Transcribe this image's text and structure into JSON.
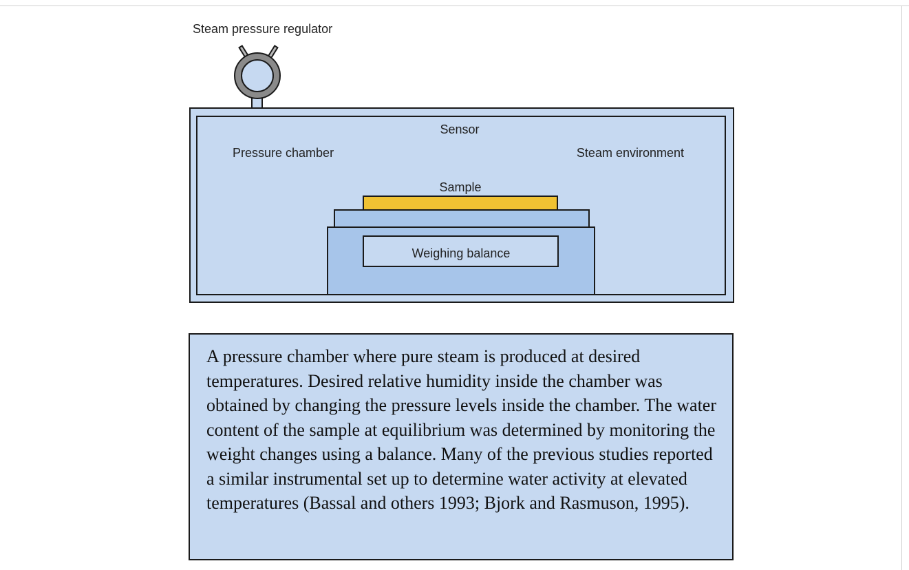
{
  "diagram": {
    "labels": {
      "regulator": "Steam pressure regulator",
      "sensor": "Sensor",
      "chamber": "Pressure chamber",
      "environment": "Steam environment",
      "sample": "Sample",
      "balance": "Weighing balance"
    },
    "colors": {
      "chamber_fill": "#c6d9f1",
      "chamber_border": "#1a1a1a",
      "balance_fill": "#a7c5ea",
      "sample_fill": "#f0c233",
      "regulator_ring": "#8a8a8a",
      "caption_fill": "#c6d9f1"
    }
  },
  "caption": {
    "text": "A pressure chamber where pure steam is produced at desired temperatures.  Desired relative humidity inside the chamber was obtained by changing the pressure levels inside the chamber. The water content of the sample at equilibrium was determined by monitoring the weight changes using a balance. Many of the previous studies reported a similar instrumental set up to determine water activity at elevated temperatures (Bassal and others 1993; Bjork and Rasmuson, 1995)."
  }
}
